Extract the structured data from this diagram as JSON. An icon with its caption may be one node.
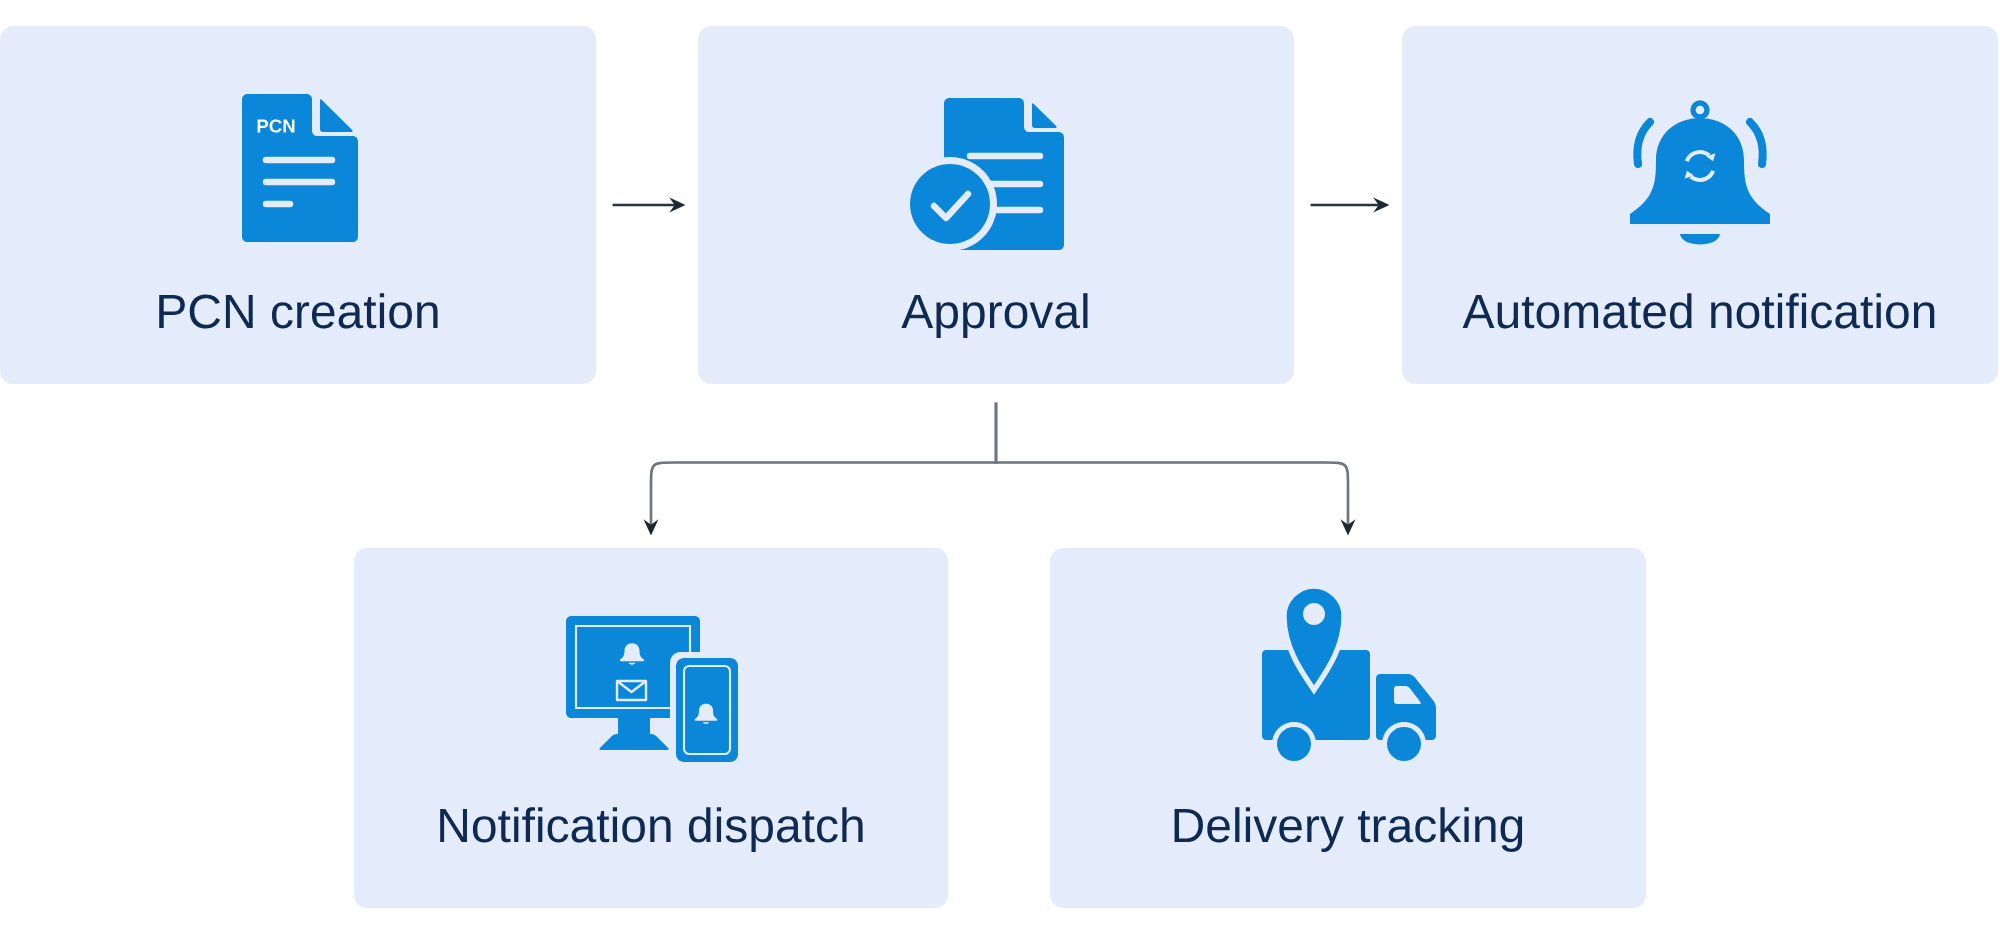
{
  "diagram": {
    "nodes": [
      {
        "text": [
          "PCN creation"
        ]
      },
      {
        "text": [
          "Approval"
        ]
      },
      {
        "text": [
          "Automated notification"
        ]
      },
      {
        "text": [
          "Notification dispatch"
        ]
      },
      {
        "text": [
          "Delivery tracking"
        ]
      }
    ],
    "edges": [
      {
        "from": 0,
        "to": 1,
        "arrow": "to"
      },
      {
        "from": 1,
        "to": 2,
        "arrow": "to"
      },
      {
        "from": 1,
        "to": 3,
        "arrow": "to",
        "color": "#6b7680"
      },
      {
        "from": 1,
        "to": 4,
        "arrow": "to",
        "color": "#6b7680"
      }
    ],
    "labels": [
      "PCN"
    ]
  }
}
